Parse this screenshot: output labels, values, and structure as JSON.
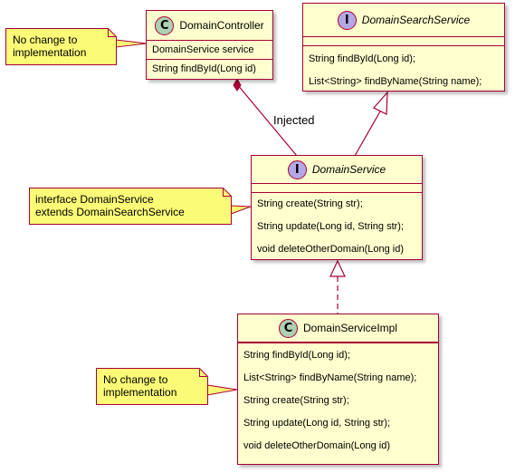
{
  "colors": {
    "class_fill": "#fefece",
    "class_border": "#a80036",
    "class_stereo": "#add1b2",
    "interface_stereo": "#b4a7e5",
    "note_fill": "#fbfb77"
  },
  "classes": {
    "domain_controller": {
      "stereotype": "C",
      "name": "DomainController",
      "fields": [
        "DomainService service"
      ],
      "methods": [
        "String findById(Long id)"
      ]
    },
    "domain_search_service": {
      "stereotype": "I",
      "name": "DomainSearchService",
      "methods": [
        "String findById(Long id);",
        "List<String> findByName(String name);"
      ]
    },
    "domain_service": {
      "stereotype": "I",
      "name": "DomainService",
      "methods": [
        "String create(String str);",
        "String update(Long id, String str);",
        "void deleteOtherDomain(Long id)"
      ]
    },
    "domain_service_impl": {
      "stereotype": "C",
      "name": "DomainServiceImpl",
      "methods": [
        "String findById(Long id);",
        "List<String> findByName(String name);",
        "String create(String str);",
        "String update(Long id, String str);",
        "void deleteOtherDomain(Long id)"
      ]
    }
  },
  "notes": {
    "controller_note": [
      "No change to",
      "implementation"
    ],
    "service_note": [
      "interface DomainService",
      "extends DomainSearchService"
    ],
    "impl_note": [
      "No change to",
      "implementation"
    ]
  },
  "relations": {
    "injected_label": "Injected"
  }
}
